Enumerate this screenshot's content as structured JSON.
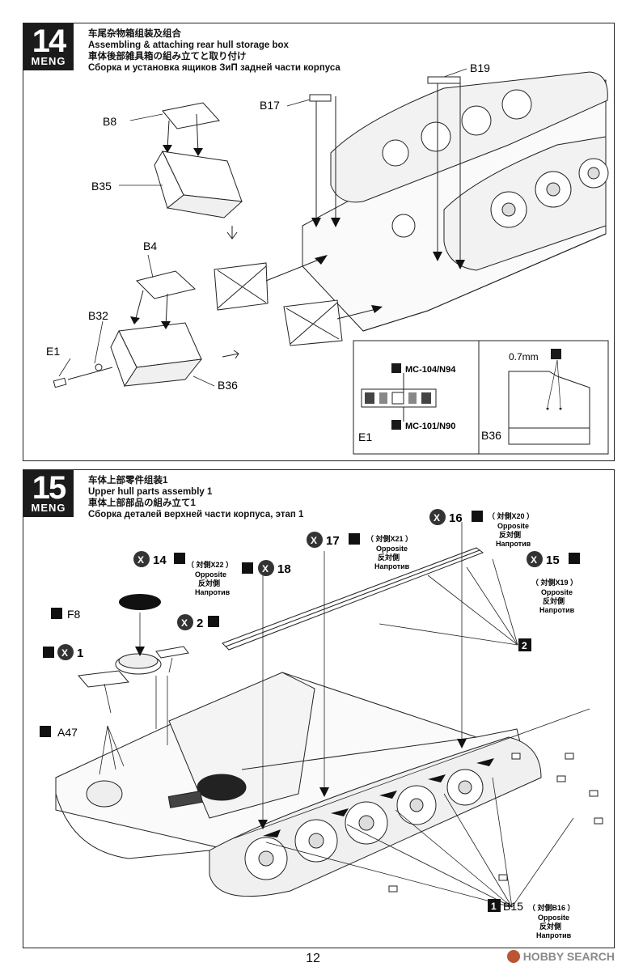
{
  "step14": {
    "number": "14",
    "brand": "MENG",
    "title_cn": "车尾杂物箱组装及组合",
    "title_en": "Assembling & attaching rear hull storage box",
    "title_jp": "車体後部雑具箱の組み立てと取り付け",
    "title_ru": "Сборка и установка ящиков ЗиП задней части корпуса",
    "labels": {
      "b8": "B8",
      "b35": "B35",
      "b17": "B17",
      "b19": "B19",
      "b4": "B4",
      "b32": "B32",
      "e1": "E1",
      "b36": "B36"
    },
    "paint_inset": {
      "color1": "MC-104/N94",
      "color2": "MC-101/N90",
      "part": "E1"
    },
    "detail_inset": {
      "size": "0.7mm",
      "part": "B36"
    }
  },
  "step15": {
    "number": "15",
    "brand": "MENG",
    "title_cn": "车体上部零件组装1",
    "title_en": "Upper hull parts assembly 1",
    "title_jp": "車体上部部品の組み立て1",
    "title_ru": "Сборка деталей верхней части корпуса, этап 1",
    "x14": "14",
    "x2": "2",
    "x1": "1",
    "x18": "18",
    "x17": "17",
    "x16": "16",
    "x15": "15",
    "f8": "F8",
    "a47": "A47",
    "x22_opp": "（ 対側X22 ）",
    "x21_opp": "（ 対側X21 ）",
    "x20_opp": "（ 対側X20 ）",
    "x19_opp": "（ 対側X19 ）",
    "opposite_en": "Opposite",
    "opposite_jp": "反対側",
    "opposite_ru": "Напротив",
    "part2": "2",
    "part1": "1",
    "b15": "B15",
    "b16_opp": "（ 対側B16 ）"
  },
  "page_number": "12",
  "watermark": "HOBBY SEARCH"
}
